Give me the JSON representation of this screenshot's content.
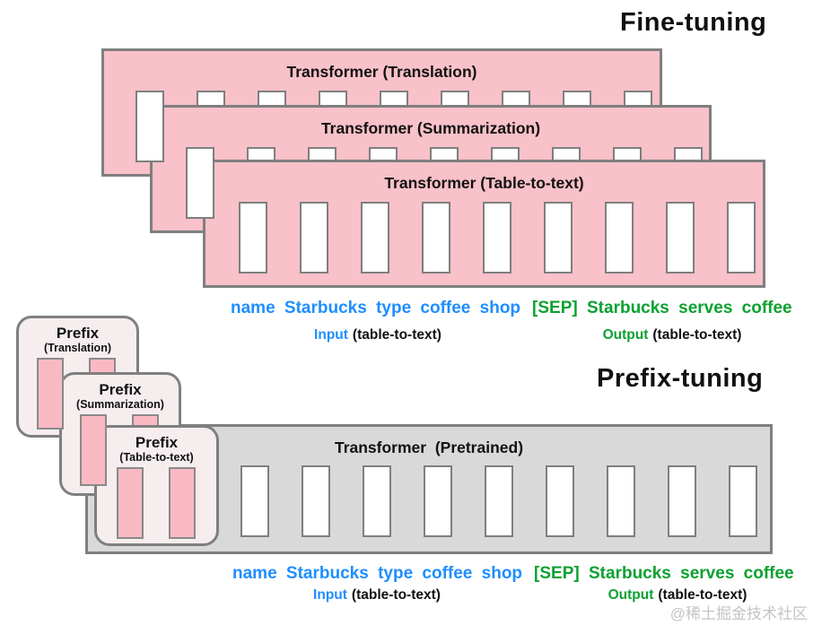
{
  "titles": {
    "fine_tuning": "Fine-tuning",
    "prefix_tuning": "Prefix-tuning"
  },
  "colors": {
    "transformer_pink": "#F9C1C9",
    "prefix_bar_pink": "#F9B9C3",
    "prefix_box_fill": "#F5EDEE",
    "pretrained_gray": "#D9D9D9",
    "border_gray": "#7f7f7f",
    "input_blue": "#1E8EFF",
    "output_green": "#0CA131",
    "watermark_gray": "#C4C4C4"
  },
  "fine_tuning": {
    "transformers": [
      {
        "label": "Transformer (Translation)",
        "slots": 9
      },
      {
        "label": "Transformer (Summarization)",
        "slots": 9
      },
      {
        "label": "Transformer (Table-to-text)",
        "slots": 9
      }
    ],
    "tokens": {
      "input": "name Starbucks type coffee shop",
      "output": "[SEP] Starbucks serves coffee"
    },
    "captions": {
      "input_label": "Input",
      "input_detail": "(table-to-text)",
      "output_label": "Output",
      "output_detail": "(table-to-text)"
    }
  },
  "prefix_tuning": {
    "prefixes": [
      {
        "label": "Prefix",
        "sublabel": "(Translation)",
        "bars": 2
      },
      {
        "label": "Prefix",
        "sublabel": "(Summarization)",
        "bars": 2
      },
      {
        "label": "Prefix",
        "sublabel": "(Table-to-text)",
        "bars": 2
      }
    ],
    "transformer": {
      "label": "Transformer  (Pretrained)",
      "slots": 9
    },
    "tokens": {
      "input": "name Starbucks type coffee shop",
      "output": "[SEP] Starbucks serves coffee"
    },
    "captions": {
      "input_label": "Input",
      "input_detail": "(table-to-text)",
      "output_label": "Output",
      "output_detail": "(table-to-text)"
    }
  },
  "watermark": "@稀土掘金技术社区"
}
